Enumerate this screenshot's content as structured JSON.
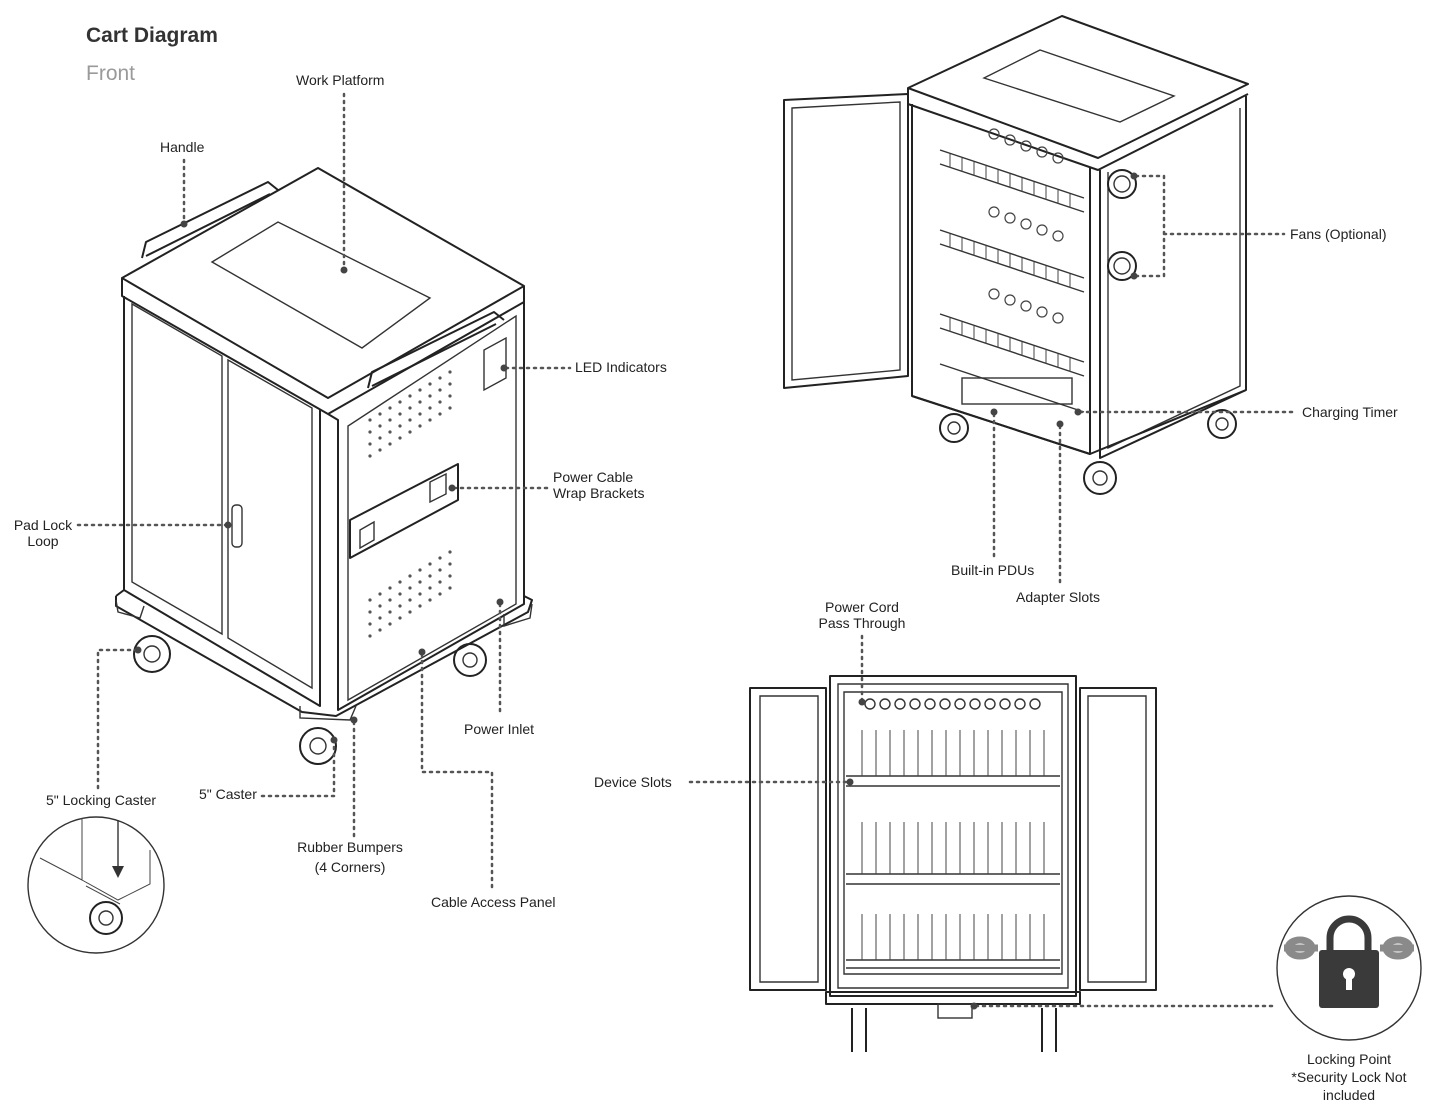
{
  "header": {
    "title": "Cart Diagram",
    "subtitle": "Front"
  },
  "labels": {
    "work_platform": "Work Platform",
    "handle": "Handle",
    "led_indicators": "LED Indicators",
    "power_cable_1": "Power Cable",
    "power_cable_2": "Wrap Brackets",
    "pad_lock_1": "Pad Lock",
    "pad_lock_2": "Loop",
    "power_inlet": "Power Inlet",
    "locking_caster": "5\" Locking Caster",
    "caster": "5\" Caster",
    "bumpers_1": "Rubber Bumpers",
    "bumpers_2": "(4 Corners)",
    "cable_access": "Cable Access Panel",
    "fans": "Fans (Optional)",
    "charging_timer": "Charging Timer",
    "built_in_pdus": "Built-in PDUs",
    "adapter_slots": "Adapter Slots",
    "power_cord_1": "Power Cord",
    "power_cord_2": "Pass Through",
    "device_slots": "Device Slots",
    "locking_point_1": "Locking Point",
    "locking_point_2": "*Security Lock Not",
    "locking_point_3": "included"
  },
  "colors": {
    "line": "#222222",
    "callout": "#555555",
    "subtitle": "#9a9a9a",
    "lock": "#3a3a3a"
  },
  "icons": [
    "padlock-icon",
    "chain-icon"
  ]
}
